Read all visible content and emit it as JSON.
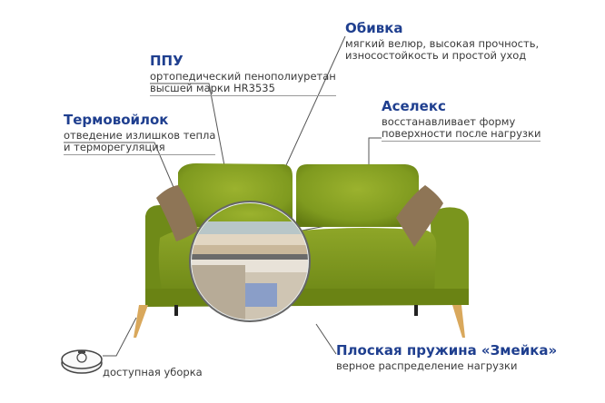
{
  "features": {
    "upholstery": {
      "title": "Обивка",
      "desc_line1": "мягкий велюр, высокая прочность,",
      "desc_line2": "износостойкость и простой уход"
    },
    "foam": {
      "title": "ППУ",
      "desc_line1": "ортопедический пенополиуретан",
      "desc_line2": "высшей марки HR3535"
    },
    "thermofelt": {
      "title": "Термовойлок",
      "desc_line1": "отведение излишков тепла",
      "desc_line2": "и терморегуляция"
    },
    "aselex": {
      "title": "Аселекс",
      "desc_line1": "восстанавливает форму",
      "desc_line2": "поверхности после нагрузки"
    },
    "spring": {
      "title": "Плоская пружина «Змейка»",
      "desc_line1": "верное распределение нагрузки"
    },
    "cleaning": {
      "desc_line1": "доступная уборка"
    }
  },
  "colors": {
    "title_blue": "#1f3f8f",
    "sofa_green": "#7f9a1f",
    "pillow_brown": "#8e7556",
    "leg_gold": "#d9a85c"
  }
}
